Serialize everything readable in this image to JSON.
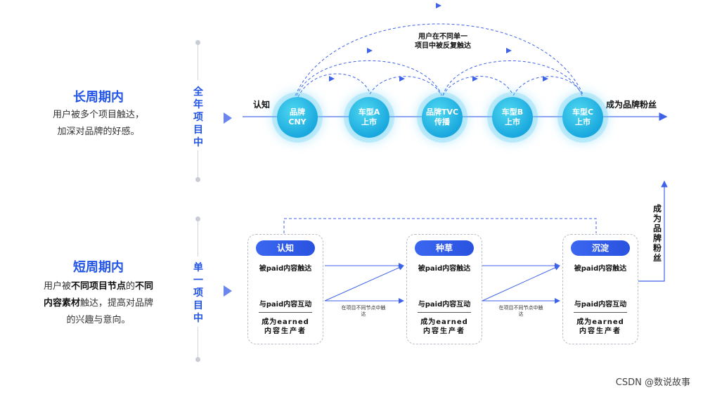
{
  "long_cycle": {
    "title": "长周期内",
    "desc_lines": [
      "用户被多个项目触达，",
      "加深对品牌的好感。"
    ],
    "vertical_label": [
      "全",
      "年",
      "项",
      "目",
      "中"
    ],
    "start_label": "认知",
    "end_label": "成为品牌粉丝",
    "repeat_note_lines": [
      "用户在不同单一",
      "项目中被反复触达"
    ],
    "nodes": [
      {
        "line1": "品牌",
        "line2": "CNY"
      },
      {
        "line1": "车型A",
        "line2": "上市"
      },
      {
        "line1": "品牌TVC",
        "line2": "传播"
      },
      {
        "line1": "车型B",
        "line2": "上市"
      },
      {
        "line1": "车型C",
        "line2": "上市"
      }
    ]
  },
  "short_cycle": {
    "title": "短周期内",
    "desc_line1_a": "用户被",
    "desc_line1_b": "不同项目节点",
    "desc_line1_c": "的",
    "desc_line1_d": "不同",
    "desc_line2_a": "内容素材",
    "desc_line2_b": "触达，提高对品牌",
    "desc_line3": "的兴趣与意向。",
    "vertical_label": [
      "单",
      "一",
      "项",
      "目",
      "中"
    ],
    "end_label_vertical": [
      "成",
      "为",
      "品",
      "牌",
      "粉",
      "丝"
    ],
    "between_note_lines": [
      "在项目不同节点中触",
      "达"
    ],
    "stages": [
      {
        "name": "认知",
        "step1": "被paid内容触达",
        "step2": "与paid内容互动",
        "step3a": "成为earned",
        "step3b": "内容生产者"
      },
      {
        "name": "种草",
        "step1": "被paid内容触达",
        "step2": "与paid内容互动",
        "step3a": "成为earned",
        "step3b": "内容生产者"
      },
      {
        "name": "沉淀",
        "step1": "被paid内容触达",
        "step2": "与paid内容互动",
        "step3a": "成为earned",
        "step3b": "内容生产者"
      }
    ]
  },
  "watermark": "CSDN @数说故事",
  "colors": {
    "accent": "#2255e6",
    "arrow": "#3f63e8",
    "node": "#1aa9df"
  }
}
